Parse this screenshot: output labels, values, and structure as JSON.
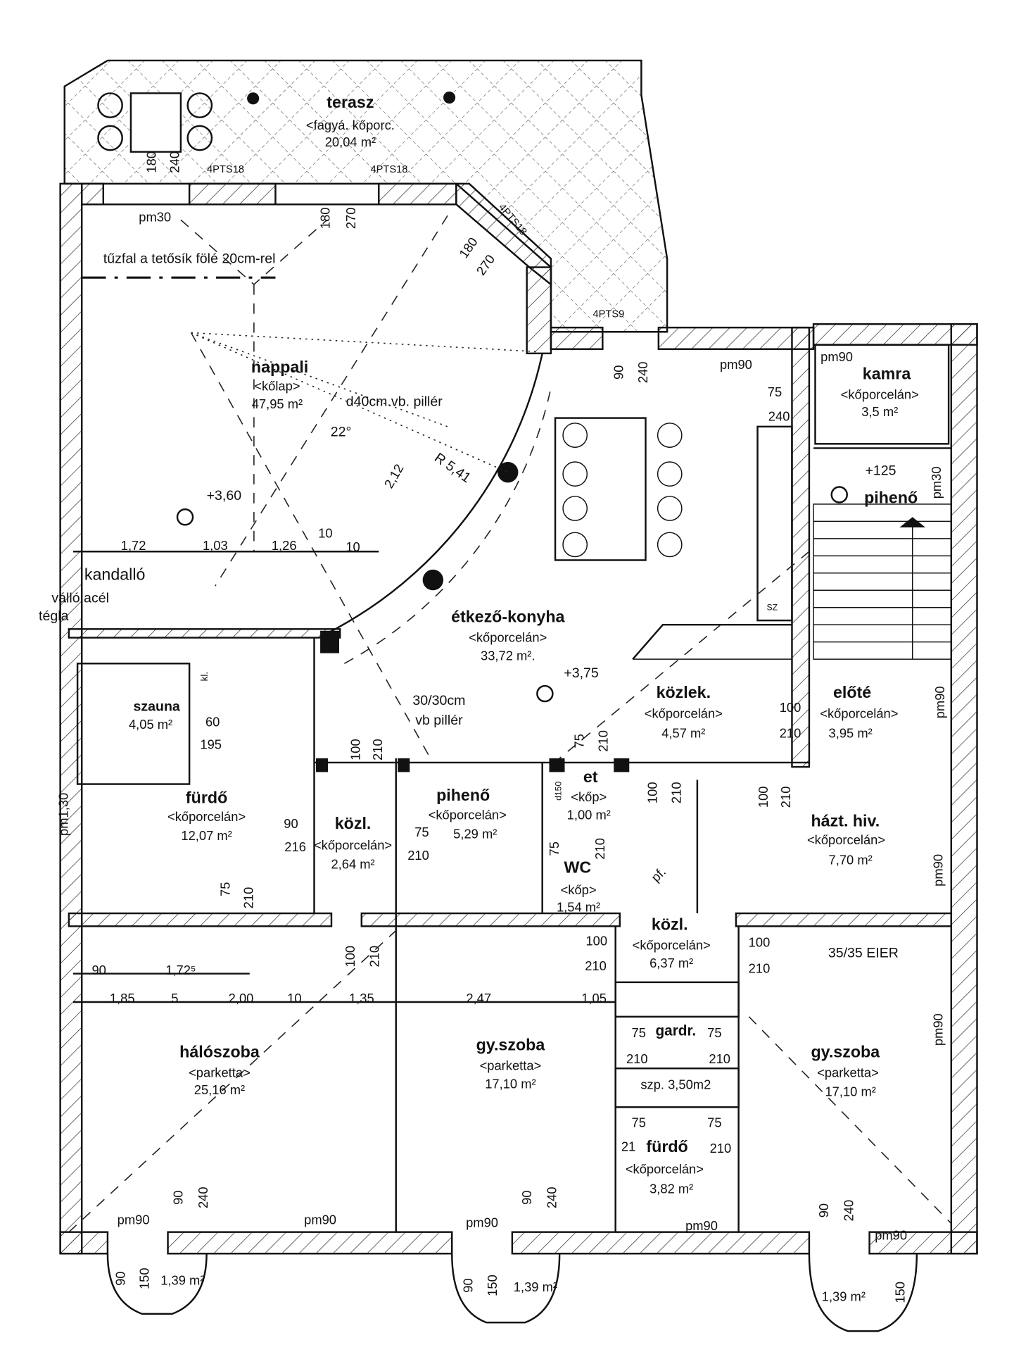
{
  "rooms": [
    {
      "name": "terasz",
      "floor": "<fagyá. kőporc.",
      "area": "20,04 m²"
    },
    {
      "name": "nappali",
      "floor": "<kőlap>",
      "area": "47,95 m²"
    },
    {
      "name": "étkező-konyha",
      "floor": "<kőporcelán>",
      "area": "33,72 m²."
    },
    {
      "name": "kamra",
      "floor": "<kőporcelán>",
      "area": "3,5 m²"
    },
    {
      "name": "pihenő",
      "floor": "",
      "area": ""
    },
    {
      "name": "közlek.",
      "floor": "<kőporcelán>",
      "area": "4,57 m²"
    },
    {
      "name": "előté",
      "floor": "<kőporcelán>",
      "area": "3,95 m²"
    },
    {
      "name": "szauna",
      "floor": "",
      "area": "4,05 m²"
    },
    {
      "name": "fürdő",
      "floor": "<kőporcelán>",
      "area": "12,07 m²"
    },
    {
      "name": "közl.",
      "floor": "<kőporcelán>",
      "area": "2,64 m²"
    },
    {
      "name": "pihenő",
      "floor": "<kőporcelán>",
      "area": "5,29 m²"
    },
    {
      "name": "et",
      "floor": "<kőp>",
      "area": "1,00 m²"
    },
    {
      "name": "WC",
      "floor": "<kőp>",
      "area": "1,54 m²"
    },
    {
      "name": "házt. hiv.",
      "floor": "<kőporcelán>",
      "area": "7,70 m²"
    },
    {
      "name": "közl.",
      "floor": "<kőporcelán>",
      "area": "6,37 m²"
    },
    {
      "name": "hálószoba",
      "floor": "<parketta>",
      "area": "25,16 m²"
    },
    {
      "name": "gy.szoba",
      "floor": "<parketta>",
      "area": "17,10 m²"
    },
    {
      "name": "gardr.",
      "floor": "",
      "area": "szp. 3,50m2"
    },
    {
      "name": "fürdő",
      "floor": "<kőporcelán>",
      "area": "3,82 m²"
    },
    {
      "name": "gy.szoba",
      "floor": "<parketta>",
      "area": "17,10 m²"
    }
  ],
  "annotations": {
    "firewall": "tűzfal a tetősík fölé 20cm-rel",
    "column_d40": "d40cm.vb. pillér",
    "column_30_1": "30/30cm",
    "column_30_2": "vb pillér",
    "fireplace": "kandalló",
    "steel_1": "válló acél",
    "steel_2": "tégla",
    "angle": "22°",
    "radius": "R 5,41",
    "radius_len": "2,12",
    "level_nappali": "+3,60",
    "level_kitchen": "+3,75",
    "level_stair": "+125",
    "chimney": "35/35 EIER",
    "kl": "kl.",
    "pf": "pf.",
    "d150": "d150",
    "sz": "SZ"
  },
  "openings": {
    "t_180": "180",
    "t_240": "240",
    "pts1": "4PTS18",
    "pts2": "4PTS18",
    "pts3": "4PTS18",
    "pts4": "4PTS9",
    "pm30": "pm30",
    "d1a": "180",
    "d1b": "270",
    "d2a": "180",
    "d2b": "270",
    "k90": "90",
    "k240": "240",
    "kpm90": "pm90",
    "kam_pm": "pm90",
    "k75": "75",
    "k240b": "240",
    "st_pm30": "pm30",
    "el_pm90": "pm90",
    "kz100": "100",
    "kz210": "210",
    "sz60": "60",
    "sz195": "195",
    "f_pm130": "pm1,30",
    "f90": "90",
    "f216": "216",
    "kz2_100": "100",
    "kz2_210": "210",
    "p75": "75",
    "p210": "210",
    "wc75a": "75",
    "wc210a": "210",
    "wc75": "75",
    "wc210": "210",
    "kz3_100": "100",
    "kz3_210": "210",
    "h100": "100",
    "h210": "210",
    "h_pm90": "pm90",
    "k6_100a": "100",
    "k6_210a": "210",
    "k6_100b": "100",
    "k6_210b": "210",
    "f75": "75",
    "f210": "210",
    "hs100": "100",
    "hs210": "210",
    "g75a": "75",
    "g75b": "75",
    "g210a": "210",
    "g210b": "210",
    "fb75a": "75",
    "fb75b": "75",
    "fb21": "21",
    "fb210": "210",
    "fb_pm90": "pm90",
    "gy_pm90": "pm90",
    "w1a": "90",
    "w1b": "240",
    "w2a": "90",
    "w2b": "240",
    "w3a": "90",
    "w3b": "240",
    "w4a": "90",
    "w4b": "240",
    "pm90_1": "pm90",
    "pm90_2": "pm90",
    "pm90_3": "pm90",
    "pm90_4": "pm90",
    "bay1a": "90",
    "bay1b": "150",
    "bay1c": "1,39 m²",
    "bay2a": "90",
    "bay2b": "150",
    "bay2c": "1,39 m²",
    "bay3c": "1,39 m²",
    "bay3b": "150"
  },
  "dimensions": {
    "row1": [
      "1,72",
      "1,03",
      "1,26",
      "10",
      "10"
    ],
    "row2": [
      "90",
      "1,72⁵"
    ],
    "row3": [
      "1,85",
      "5",
      "2,00",
      "10",
      "1,35",
      "2,47",
      "1,05"
    ]
  }
}
